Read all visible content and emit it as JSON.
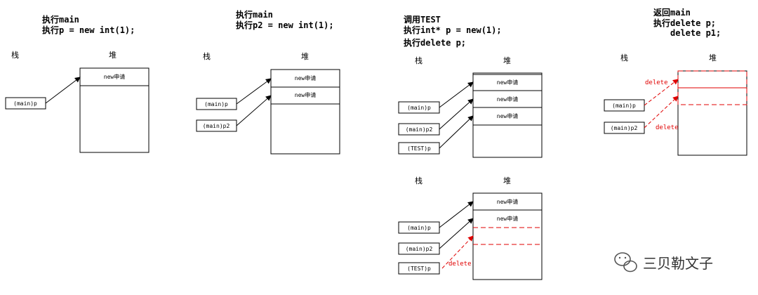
{
  "panel1": {
    "caption": [
      "执行main",
      "执行p = new int(1);"
    ],
    "stack_label": "栈",
    "heap_label": "堆",
    "stack_vars": [
      "(main)p"
    ],
    "heap_cells": [
      "new申请"
    ]
  },
  "panel2": {
    "caption": [
      "执行main",
      "执行p2 = new int(1);"
    ],
    "stack_label": "栈",
    "heap_label": "堆",
    "stack_vars": [
      "(main)p",
      "(main)p2"
    ],
    "heap_cells": [
      "new申请",
      "new申请"
    ]
  },
  "panel3": {
    "caption": [
      "调用TEST",
      "执行int* p = new(1);",
      "执行delete p;"
    ],
    "stack_label": "栈",
    "heap_label": "堆",
    "stack_vars": [
      "(main)p",
      "(main)p2",
      "(TEST)p"
    ],
    "heap_cells": [
      "new申请",
      "new申请",
      "new申请"
    ]
  },
  "panel4": {
    "stack_label": "栈",
    "heap_label": "堆",
    "stack_vars": [
      "(main)p",
      "(main)p2",
      "(TEST)p"
    ],
    "heap_cells": [
      "new申请",
      "new申请"
    ],
    "delete_label": "delete"
  },
  "panel5": {
    "caption": [
      "返回main",
      "执行delete p;",
      "delete p1;"
    ],
    "stack_label": "栈",
    "heap_label": "堆",
    "stack_vars": [
      "(main)p",
      "(main)p2"
    ],
    "delete_labels": [
      "delete",
      "delete"
    ]
  },
  "watermark": "三贝勒文子",
  "colors": {
    "deleted": "#e00000",
    "line": "#000000"
  }
}
